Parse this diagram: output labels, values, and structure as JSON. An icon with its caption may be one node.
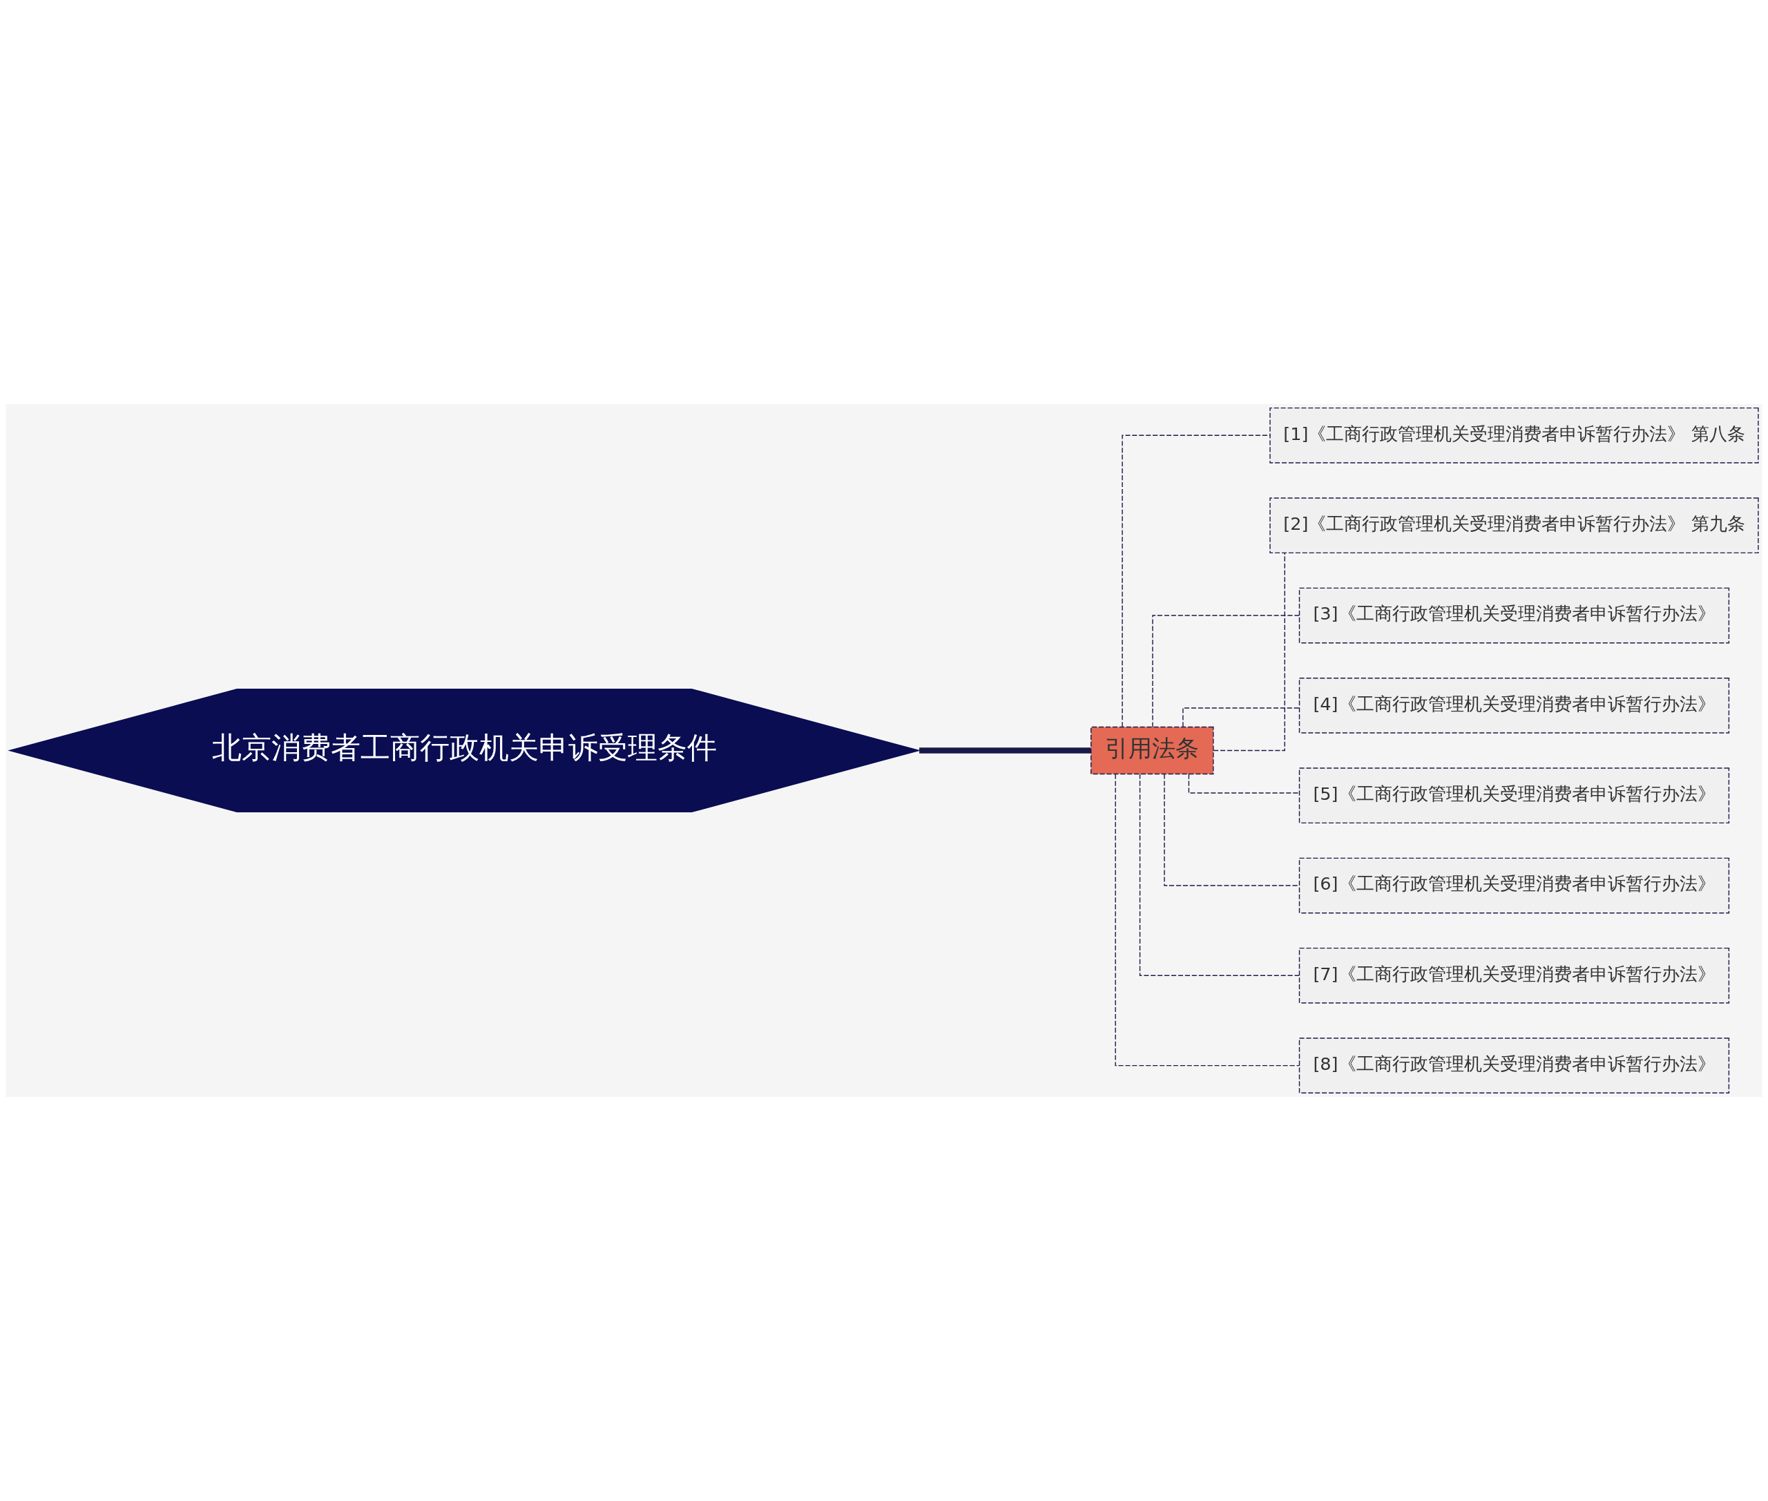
{
  "diagram": {
    "nodes": [
      {
        "text": [
          "北京消费者工商行政机关申诉受理条件"
        ]
      },
      {
        "text": [
          "引用法条"
        ]
      },
      {
        "text": [
          "[1]《工商行政管理机关受理消费者申诉暂行办法》 第八条"
        ]
      },
      {
        "text": [
          "[2]《工商行政管理机关受理消费者申诉暂行办法》 第九条"
        ]
      },
      {
        "text": [
          "[3]《工商行政管理机关受理消费者申诉暂行办法》"
        ]
      },
      {
        "text": [
          "[4]《工商行政管理机关受理消费者申诉暂行办法》"
        ]
      },
      {
        "text": [
          "[5]《工商行政管理机关受理消费者申诉暂行办法》"
        ]
      },
      {
        "text": [
          "[6]《工商行政管理机关受理消费者申诉暂行办法》"
        ]
      },
      {
        "text": [
          "[7]《工商行政管理机关受理消费者申诉暂行办法》"
        ]
      },
      {
        "text": [
          "[8]《工商行政管理机关受理消费者申诉暂行办法》"
        ]
      }
    ],
    "edges": [
      {
        "from": 0,
        "to": 1,
        "arrow": "none",
        "style": "thick"
      },
      {
        "from": 1,
        "to": 2,
        "arrow": "none",
        "style": "dashed"
      },
      {
        "from": 1,
        "to": 3,
        "arrow": "none",
        "style": "dashed"
      },
      {
        "from": 1,
        "to": 4,
        "arrow": "none",
        "style": "dashed"
      },
      {
        "from": 1,
        "to": 5,
        "arrow": "none",
        "style": "dashed"
      },
      {
        "from": 1,
        "to": 6,
        "arrow": "none",
        "style": "dashed"
      },
      {
        "from": 1,
        "to": 7,
        "arrow": "none",
        "style": "dashed"
      },
      {
        "from": 1,
        "to": 8,
        "arrow": "none",
        "style": "dashed"
      },
      {
        "from": 1,
        "to": 9,
        "arrow": "none",
        "style": "dashed"
      }
    ]
  }
}
